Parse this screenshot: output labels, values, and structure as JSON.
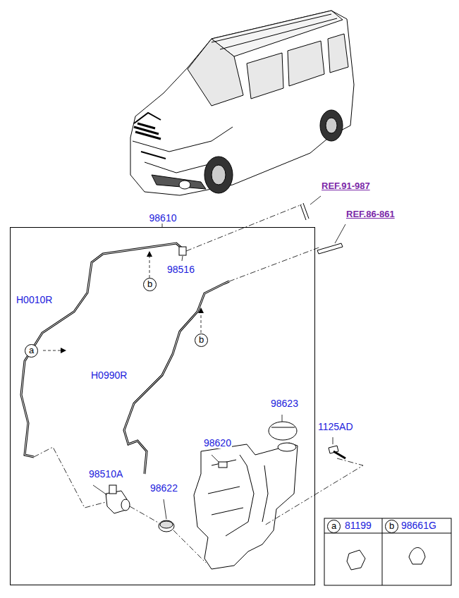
{
  "diagram": {
    "nodes": [
      {
        "text": [
          "98610"
        ]
      }
    ],
    "labels": [
      "REF.91-987",
      "REF.86-861",
      "H0010R",
      "98516",
      "b",
      "a",
      "b",
      "H0990R",
      "98623",
      "1125AD",
      "98620",
      "98510A",
      "98622",
      "a",
      "81199",
      "b",
      "98661G"
    ]
  }
}
